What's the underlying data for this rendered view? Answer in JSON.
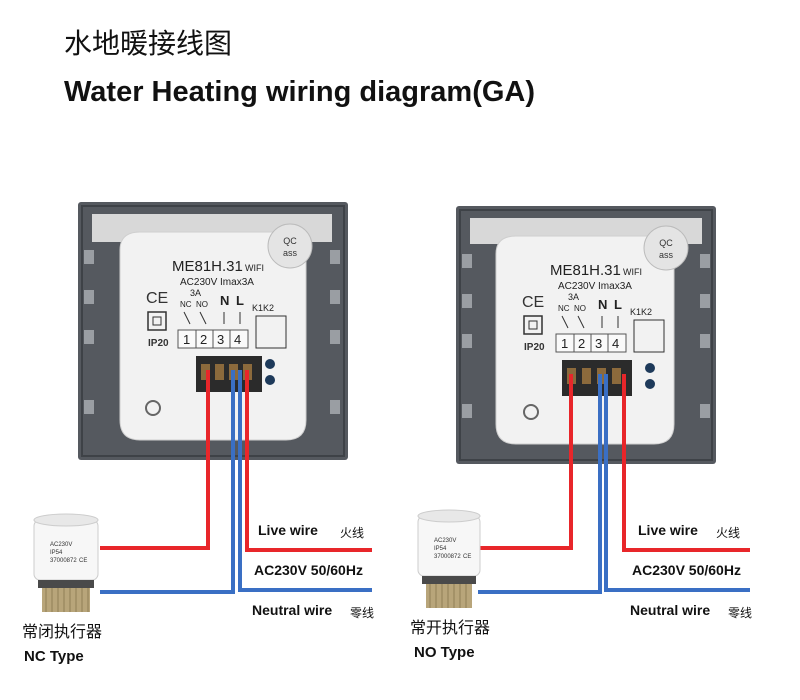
{
  "title_cn": "水地暖接线图",
  "title_en": "Water Heating wiring diagram(GA)",
  "colors": {
    "live": "#e8262a",
    "neutral": "#3a6fc4",
    "plate": "#55595f",
    "body": "#f2f2f2"
  },
  "thermostat": {
    "model": "ME81H.31",
    "wifi": "WIFI",
    "rating": "AC230V Imax3A",
    "current": "3A",
    "nc": "NC",
    "no": "NO",
    "n": "N",
    "l": "L",
    "k1k2": "K1K2",
    "ce": "CE",
    "ip": "IP20",
    "qc_top": "QC",
    "qc_bottom": "ass",
    "terminals": [
      "1",
      "2",
      "3",
      "4"
    ]
  },
  "actuator": {
    "line1": "AC230V",
    "line2": "IP54",
    "line3": "37000872",
    "ce": "CE"
  },
  "units": [
    {
      "live_label": "Live wire",
      "live_cn": "火线",
      "ac_label": "AC230V 50/60Hz",
      "neutral_label": "Neutral wire",
      "neutral_cn": "零线",
      "type_cn": "常闭执行器",
      "type_en": "NC Type"
    },
    {
      "live_label": "Live wire",
      "live_cn": "火线",
      "ac_label": "AC230V 50/60Hz",
      "neutral_label": "Neutral wire",
      "neutral_cn": "零线",
      "type_cn": "常开执行器",
      "type_en": "NO Type"
    }
  ]
}
